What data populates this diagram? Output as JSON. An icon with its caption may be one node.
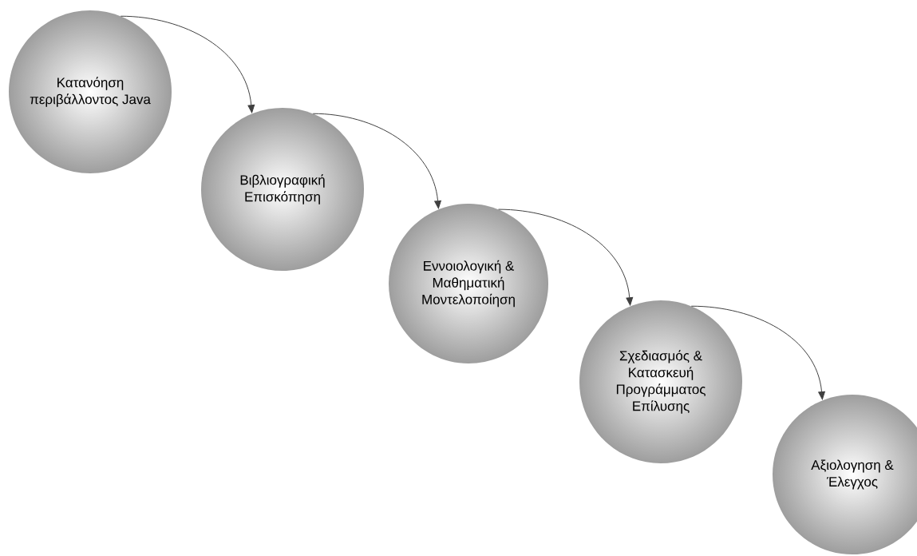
{
  "diagram": {
    "nodes": [
      {
        "text": [
          "Κατανόηση περιβάλλοντος Java"
        ]
      },
      {
        "text": [
          "Βιβλιογραφική Επισκόπηση"
        ]
      },
      {
        "text": [
          "Εννοιολογική & Μαθηματική Μοντελοποίηση"
        ]
      },
      {
        "text": [
          "Σχεδιασμός & Κατασκευή Προγράμματος Επίλυσης"
        ]
      },
      {
        "text": [
          "Αξιολογηση & Έλεγχος"
        ]
      }
    ],
    "edges": [
      {
        "from": 0,
        "to": 1,
        "arrow": "to"
      },
      {
        "from": 1,
        "to": 2,
        "arrow": "to"
      },
      {
        "from": 2,
        "to": 3,
        "arrow": "to"
      },
      {
        "from": 3,
        "to": 4,
        "arrow": "to"
      }
    ]
  }
}
